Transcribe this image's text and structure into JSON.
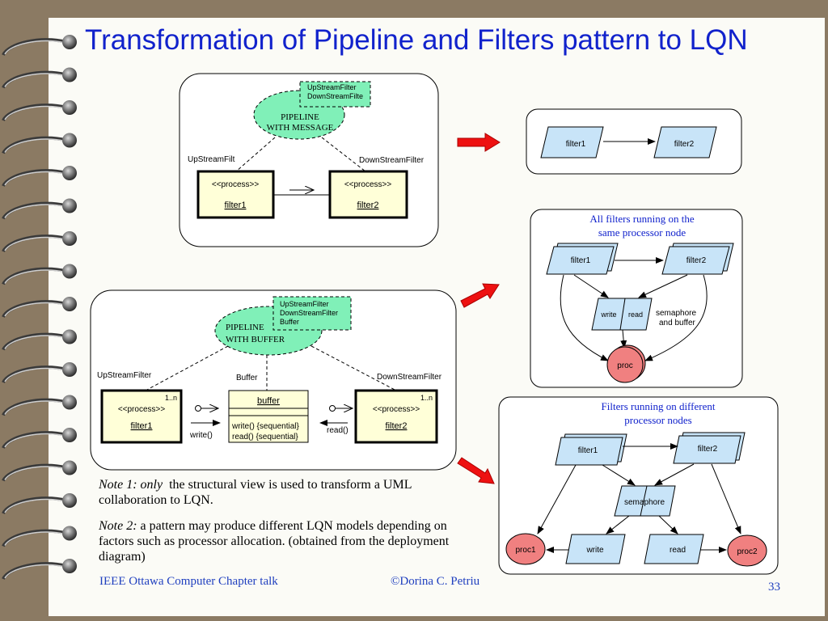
{
  "title": "Transformation of Pipeline and Filters pattern to LQN",
  "collab_message": {
    "roles_box": [
      "UpStreamFilter",
      "DownStreamFilte"
    ],
    "ellipse": [
      "PIPELINE",
      "WITH MESSAGE"
    ],
    "left_role": "UpStreamFilt",
    "right_role": "DownStreamFilter",
    "left_stereo": "<<process>>",
    "left_name": "filter1",
    "right_stereo": "<<process>>",
    "right_name": "filter2"
  },
  "collab_buffer": {
    "roles_box": [
      "UpStreamFilter",
      "DownStreamFilter",
      "Buffer"
    ],
    "ellipse": [
      "PIPELINE",
      "WITH BUFFER"
    ],
    "left_role": "UpStreamFilter",
    "mid_role": "Buffer",
    "right_role": "DownStreamFilter",
    "left_mult": "1..n",
    "left_stereo": "<<process>>",
    "left_name": "filter1",
    "buffer_name": "buffer",
    "buffer_ops": [
      "write() {sequential}",
      "read() {sequential}"
    ],
    "right_mult": "1..n",
    "right_stereo": "<<process>>",
    "right_name": "filter2",
    "write_label": "write()",
    "read_label": "read()"
  },
  "lqn1": {
    "task1": "filter1",
    "task2": "filter2"
  },
  "lqn2": {
    "heading": [
      "All filters running on the",
      "same processor node"
    ],
    "task1": "filter1",
    "task2": "filter2",
    "sem_write": "write",
    "sem_read": "read",
    "sem_label": [
      "semaphore",
      "and buffer"
    ],
    "proc": "proc"
  },
  "lqn3": {
    "heading": [
      "Filters running on different",
      "processor nodes"
    ],
    "task1": "filter1",
    "task2": "filter2",
    "semaphore": "semaphore",
    "write": "write",
    "read": "read",
    "proc1": "proc1",
    "proc2": "proc2"
  },
  "notes": {
    "note1_prefix": "Note 1: only",
    "note1_text": "the structural  view is used to transform a UML collaboration  to LQN.",
    "note2_prefix": "Note 2:",
    "note2_text": "a pattern may produce different LQN models depending on factors such as processor allocation. (obtained from the deployment diagram)"
  },
  "footer": {
    "left": "IEEE Ottawa Computer Chapter talk",
    "center": "©Dorina C. Petriu",
    "page": "33"
  },
  "colors": {
    "title": "#1122cc",
    "ellipse": "#80f0b8",
    "class_fill": "#ffffd8",
    "task_fill": "#c8e4f8",
    "proc_fill": "#f08080",
    "arrow": "#ee1111",
    "footer": "#1f3fbf"
  }
}
